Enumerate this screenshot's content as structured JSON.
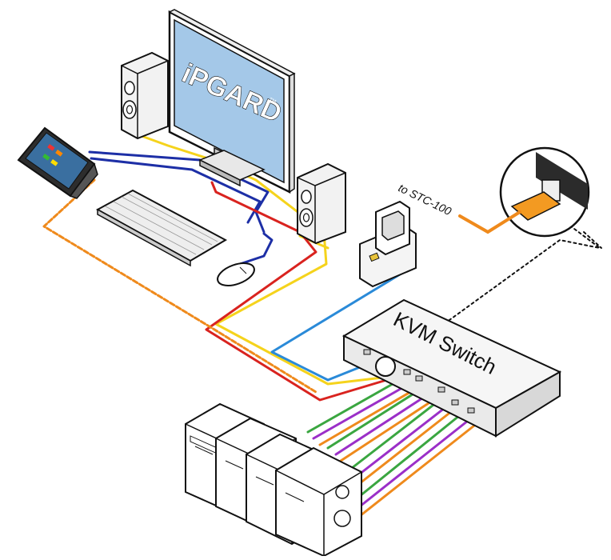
{
  "diagram": {
    "monitor_brand": "iPGARD",
    "monitor_trademark": "TM",
    "switch_label": "KVM Switch",
    "callout_label": "to STC-100"
  },
  "cable_colors": {
    "video": "#f5d31c",
    "red": "#d9231f",
    "usb_blue": "#1d2fa6",
    "cac_blue": "#2a8ad8",
    "orange": "#ef8a1c",
    "green": "#3aa640",
    "purple": "#9b2fc8",
    "dotted": "#111111"
  },
  "icons": [
    "monitor-icon",
    "speaker-icon",
    "touch-panel-icon",
    "keyboard-icon",
    "mouse-icon",
    "cac-reader-icon",
    "kvm-switch-icon",
    "computer-tower-icon",
    "rj45-connector-icon"
  ]
}
